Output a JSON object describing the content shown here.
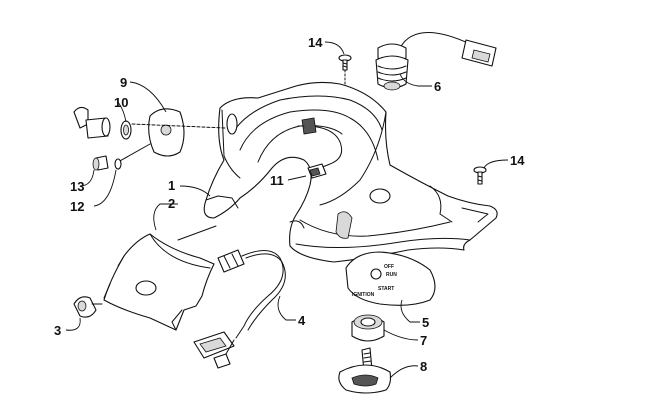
{
  "callouts": [
    {
      "id": "c1",
      "text": "1"
    },
    {
      "id": "c2",
      "text": "2"
    },
    {
      "id": "c3",
      "text": "3"
    },
    {
      "id": "c4",
      "text": "4"
    },
    {
      "id": "c5",
      "text": "5"
    },
    {
      "id": "c6",
      "text": "6"
    },
    {
      "id": "c7",
      "text": "7"
    },
    {
      "id": "c8",
      "text": "8"
    },
    {
      "id": "c9",
      "text": "9"
    },
    {
      "id": "c10",
      "text": "10"
    },
    {
      "id": "c11",
      "text": "11"
    },
    {
      "id": "c12",
      "text": "12"
    },
    {
      "id": "c13",
      "text": "13"
    },
    {
      "id": "c14a",
      "text": "14"
    },
    {
      "id": "c14b",
      "text": "14"
    }
  ],
  "ignition_plate": {
    "off": "OFF",
    "run": "RUN",
    "start": "START",
    "ignition": "IGNITION"
  }
}
